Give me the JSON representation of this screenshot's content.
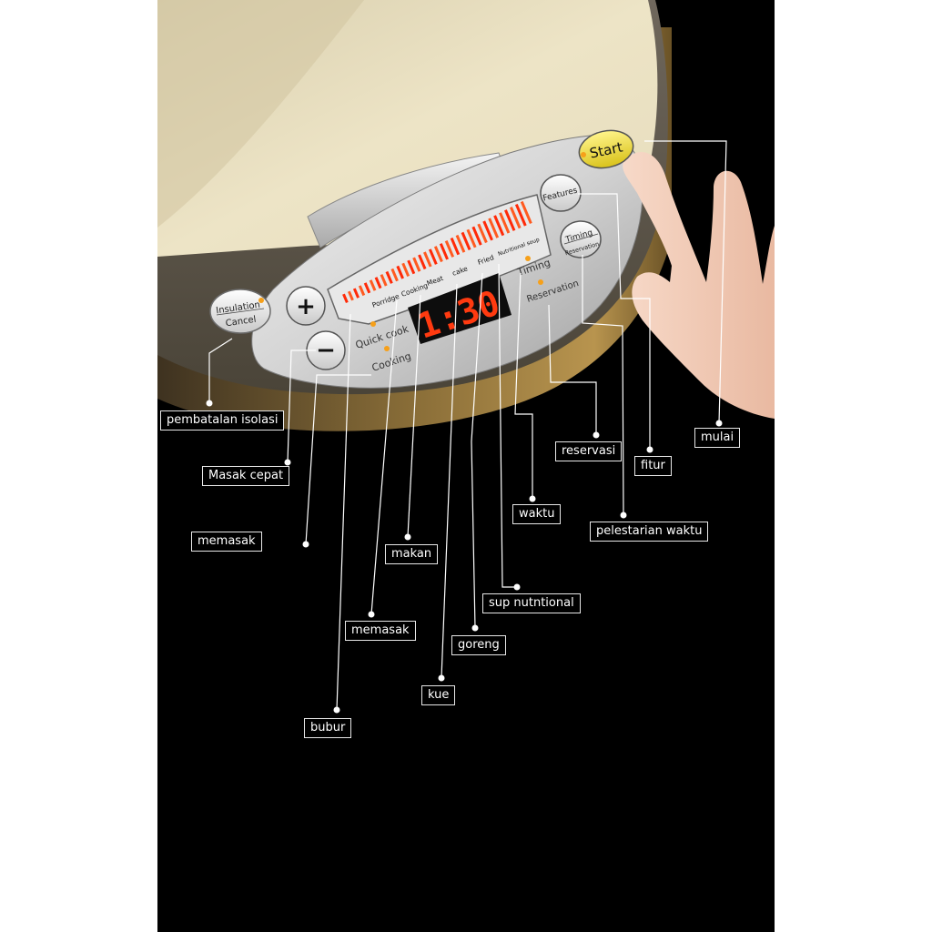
{
  "panel": {
    "insulation_button_top": "Insulation",
    "insulation_button_bottom": "Cancel",
    "plus_symbol": "+",
    "minus_symbol": "−",
    "start_button": "Start",
    "features_button": "Features",
    "timing_button_top": "Timing",
    "timing_button_bottom": "Reservation",
    "display_time": "1:30",
    "mode_porridge": "Porridge",
    "mode_cooking": "Cooking",
    "mode_meat": "Meat",
    "mode_cake": "cake",
    "mode_fried": "Fried",
    "mode_nutritional_soup": "Nutritional soup",
    "indicator_quick_cook": "Quick cook",
    "indicator_cooking": "Cooking",
    "indicator_timing": "Timing",
    "indicator_reservation": "Reservation"
  },
  "callouts": {
    "pembatalan_isolasi": "pembatalan isolasi",
    "masak_cepat": "Masak cepat",
    "memasak_1": "memasak",
    "makan": "makan",
    "memasak_2": "memasak",
    "kue": "kue",
    "goreng": "goreng",
    "sup_nutntional": "sup nutntional",
    "waktu": "waktu",
    "reservasi": "reservasi",
    "fitur": "fitur",
    "pelestarian_waktu": "pelestarian waktu",
    "mulai": "mulai",
    "bubur": "bubur"
  },
  "colors": {
    "background": "#000000",
    "lid_cream": "#e9e0c2",
    "body_gold": "#8a6e38",
    "panel_silver": "#d9d9d9",
    "display_red": "#ff3a10",
    "start_yellow": "#f2e14a",
    "indicator_amber": "#f6a01a"
  }
}
